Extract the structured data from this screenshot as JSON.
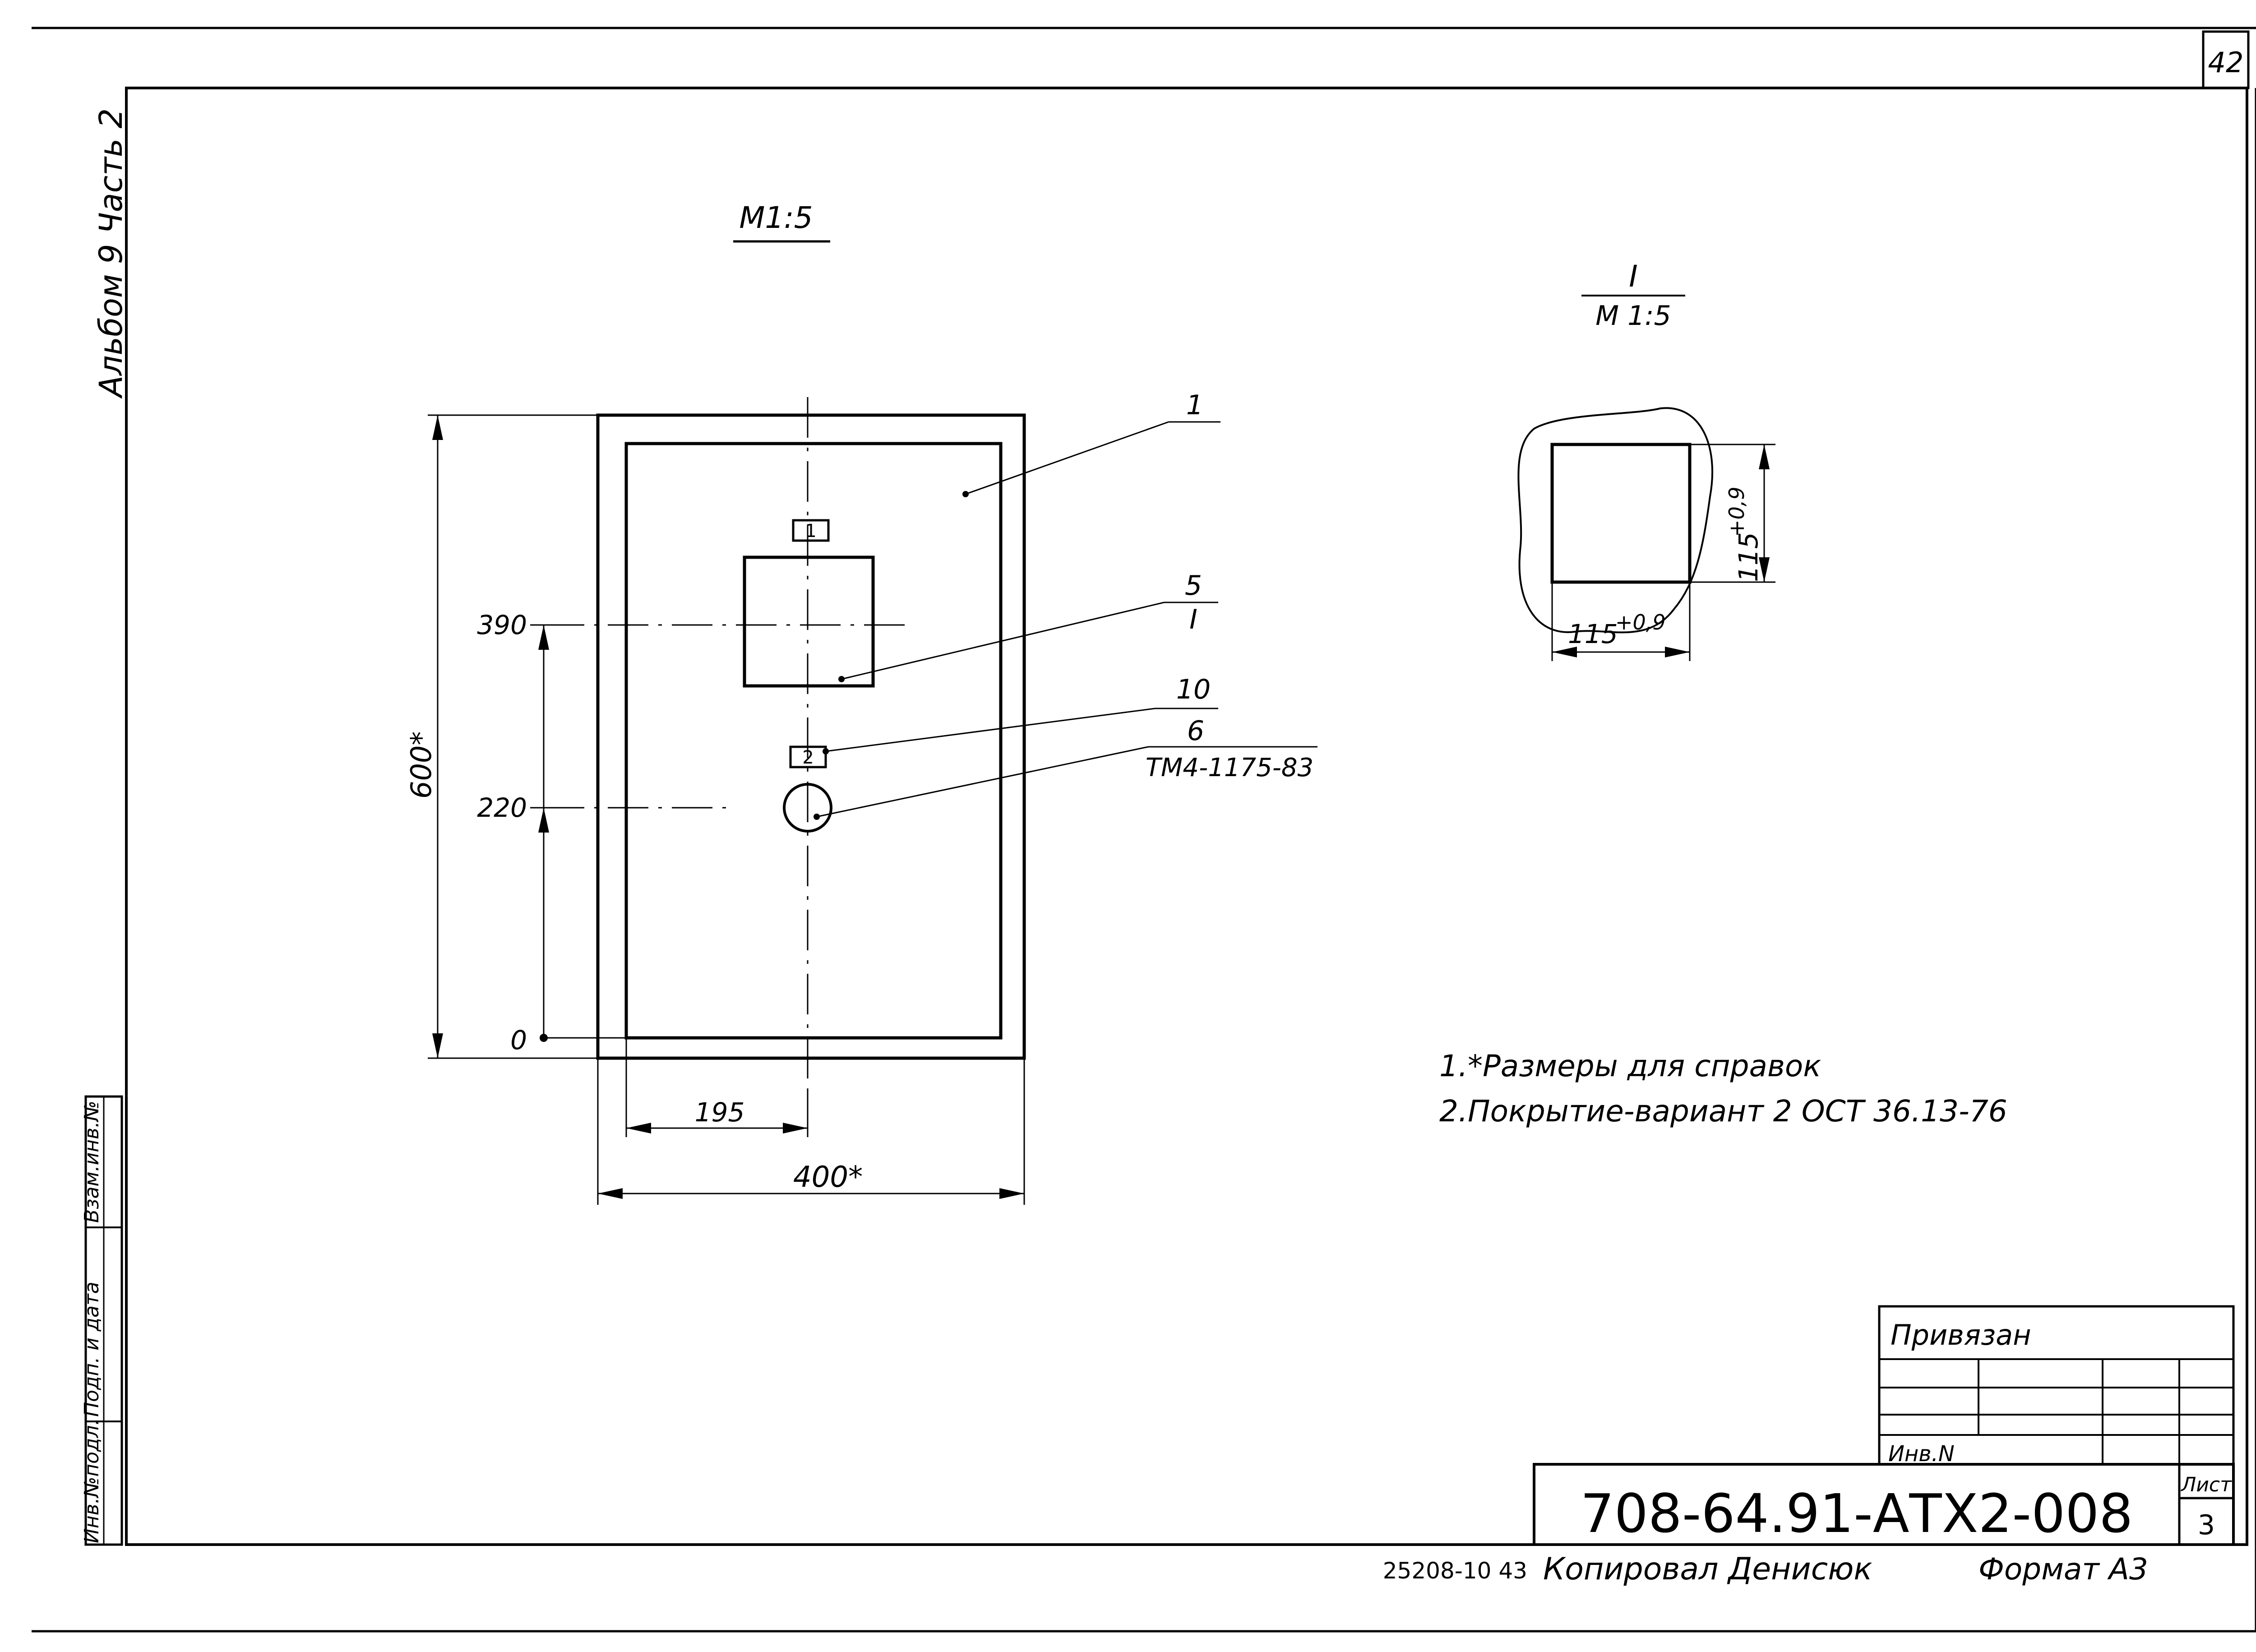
{
  "sheet_number_top": "42",
  "album_label": "Альбом 9 Часть 2",
  "main_view": {
    "scale": "М1:5",
    "dims": {
      "height_total": "600*",
      "width_total": "400*",
      "offset_x": "195",
      "y_390": "390",
      "y_220": "220",
      "y_0": "0"
    },
    "markers": {
      "m1": "1",
      "m2": "2"
    },
    "callouts": {
      "c1": "1",
      "c5_top": "5",
      "c5_bottom": "I",
      "c10": "10",
      "c6_top": "6",
      "c6_bottom": "ТМ4-1175-83"
    }
  },
  "detail_view": {
    "title": "I",
    "scale": "М 1:5",
    "dim_width": "115",
    "dim_width_tol": "+0,9",
    "dim_height": "115",
    "dim_height_tol": "+0,9"
  },
  "notes": [
    "1.*Размеры для справок",
    "2.Покрытие-вариант 2 ОСТ 36.13-76"
  ],
  "side_stamp": {
    "inv_podl": "Инв.№подл.",
    "podp_data": "Подп. и дата",
    "vzam_inv": "Взам.инв.№"
  },
  "title_block": {
    "privyazan": "Привязан",
    "inv_n": "Инв.N",
    "doc_code": "708-64.91-АТХ2-008",
    "list_label": "Лист",
    "list_value": "3"
  },
  "footer": {
    "order_no": "25208-10 43",
    "copied_by": "Копировал Денисюк",
    "format": "Формат А3"
  }
}
